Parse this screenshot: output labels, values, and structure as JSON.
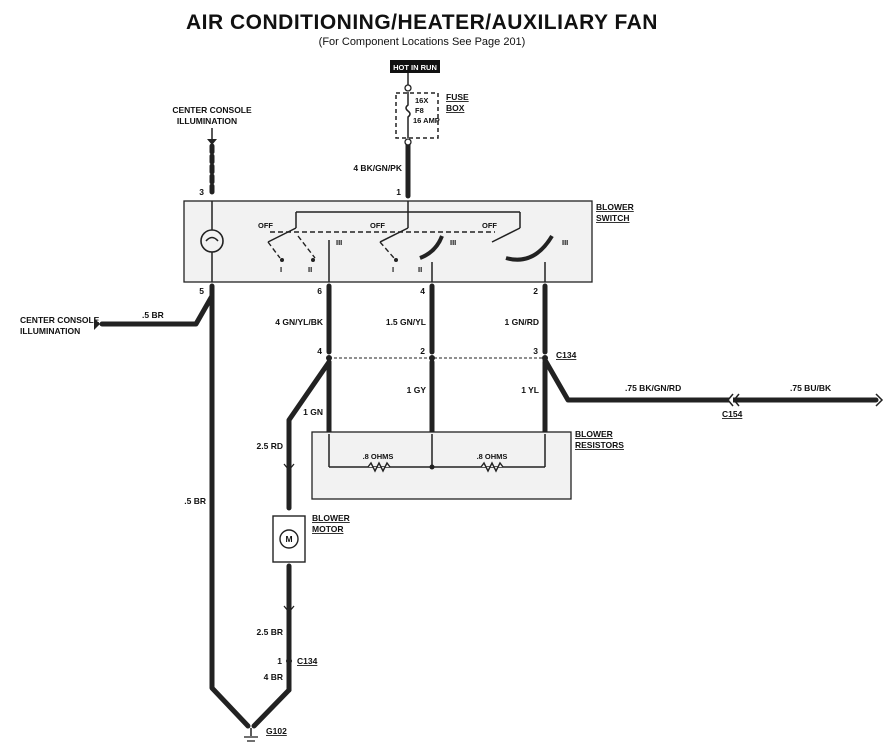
{
  "title": "AIR CONDITIONING/HEATER/AUXILIARY FAN",
  "subtitle": "(For Component Locations See Page 201)",
  "hot_in_run": "HOT IN RUN",
  "fuse_box": {
    "label_line1": "FUSE",
    "label_line2": "BOX",
    "line1": "16X",
    "line2": "F8",
    "line3": "16 AMP"
  },
  "center_console_top": {
    "line1": "CENTER CONSOLE",
    "line2": "ILLUMINATION"
  },
  "center_console_left": {
    "line1": "CENTER CONSOLE",
    "line2": "ILLUMINATION"
  },
  "blower_switch": {
    "line1": "BLOWER",
    "line2": "SWITCH"
  },
  "switch_positions": {
    "off": "OFF",
    "one": "I",
    "two": "II",
    "three": "III"
  },
  "pins": {
    "p3": "3",
    "p1": "1",
    "p5": "5",
    "p6": "6",
    "p4": "4",
    "p2": "2"
  },
  "wires": {
    "w_4bkgnpk": "4 BK/GN/PK",
    "w_5br_left": ".5 BR",
    "w_4gnylbk": "4 GN/YL/BK",
    "w_15gnyl": "1.5 GN/YL",
    "w_1gnrd": "1 GN/RD",
    "w_1gn": "1 GN",
    "w_1gy": "1 GY",
    "w_1yl": "1 YL",
    "w_75bkgnrd": ".75 BK/GN/RD",
    "w_75bubk": ".75 BU/BK",
    "w_25rd": "2.5 RD",
    "w_5br_vert": ".5 BR",
    "w_25br": "2.5 BR",
    "w_4br": "4 BR"
  },
  "connectors": {
    "c134_top": "C134",
    "c154": "C154",
    "c134_bottom": "C134",
    "c134_pin1": "1",
    "pin_4": "4",
    "pin_2": "2",
    "pin_3": "3"
  },
  "blower_resistors": {
    "line1": "BLOWER",
    "line2": "RESISTORS",
    "r1": ".8 OHMS",
    "r2": ".8 OHMS"
  },
  "blower_motor": {
    "line1": "BLOWER",
    "line2": "MOTOR",
    "symbol": "M"
  },
  "ground": "G102"
}
